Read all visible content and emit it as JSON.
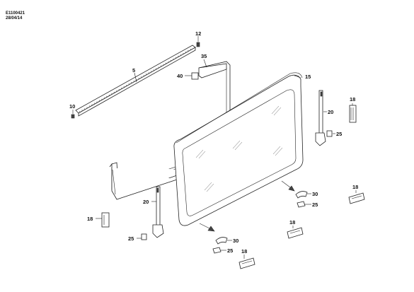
{
  "header": {
    "code": "E1100421",
    "date": "28/04/14"
  },
  "callouts": {
    "c12": "12",
    "c35": "35",
    "c5": "5",
    "c40": "40",
    "c15": "15",
    "c10": "10",
    "c18a": "18",
    "c20a": "20",
    "c25a": "25",
    "c18b": "18",
    "c30a": "30",
    "c25b": "25",
    "c20b": "20",
    "c18c": "18",
    "c25c": "25",
    "c18d": "18",
    "c30b": "30",
    "c25d": "25",
    "c18e": "18"
  }
}
